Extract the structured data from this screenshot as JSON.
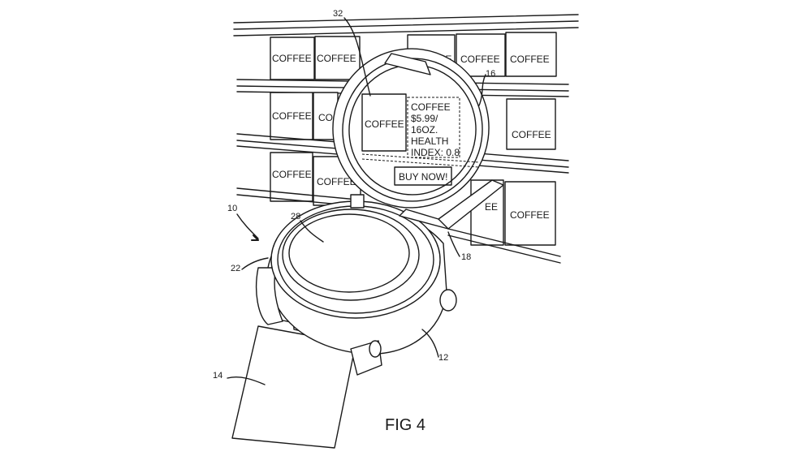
{
  "figure": {
    "caption": "FIG 4"
  },
  "shelf_labels": [
    "COFFEE",
    "COFFEE",
    "EFEE",
    "COFFEE",
    "COFFEE",
    "COFFEE",
    "CO",
    "COFFEE",
    "COFFEE",
    "COFFEE",
    "EE",
    "COFFEE"
  ],
  "display": {
    "product_label": "COFFEE",
    "info_lines": [
      "COFFEE",
      "$5.99/",
      "16OZ.",
      "HEALTH",
      "INDEX: 0.8"
    ],
    "buy_button": "BUY NOW!"
  },
  "reference_numerals": {
    "device": "10",
    "case": "12",
    "strap": "14",
    "lid": "16",
    "hinge": "18",
    "bezel": "22",
    "main_display": "28",
    "lid_display": "32"
  }
}
